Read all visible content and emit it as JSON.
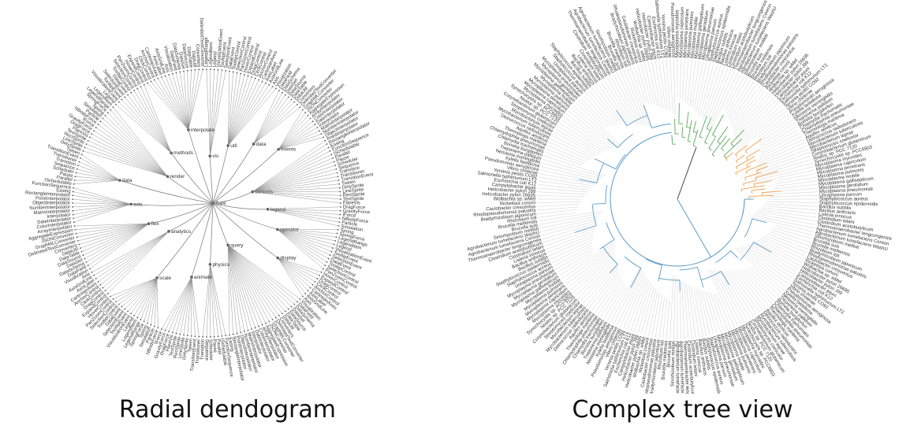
{
  "left": {
    "caption": "Radial dendogram",
    "root_label": "flare",
    "branch_labels": [
      "vis",
      "util",
      "data",
      "events",
      "controls",
      "legend",
      "operator",
      "display",
      "query",
      "physics",
      "animate",
      "scale",
      "analytics",
      "flex",
      "axis",
      "data",
      "render",
      "methods",
      "interpolate"
    ],
    "sample_leaves": [
      "LegendRange",
      "LegendItem",
      "Legend",
      "VisualizationEvent",
      "TooltipEvent",
      "SelectionEvent",
      "DataEvent",
      "TooltipControl",
      "SelectionControl",
      "PanZoomControl",
      "HoverControl",
      "ExpandControl",
      "DragControl",
      "ClickControl",
      "AnchorControl",
      "CartesianAxes",
      "AxisLabel",
      "AxisGridLine",
      "Axis",
      "Visualization",
      "DataField",
      "DataSchema",
      "DataSet",
      "DataSource",
      "DataTable",
      "DataUtil",
      "Converters",
      "DelimitedTextConverter",
      "GraphMLConverter",
      "JSONConverter",
      "AggregateExpression",
      "ArrayInterpolator",
      "ColorInterpolator",
      "DateInterpolator",
      "Interpolator",
      "MatrixInterpolator",
      "NumberInterpolator",
      "ObjectInterpolator",
      "PointInterpolator",
      "RectangleInterpolator",
      "Easing",
      "FunctionSequence",
      "ISchedulable",
      "Parallel",
      "Pause",
      "Scheduler",
      "Sequence",
      "Transition",
      "Transitioner",
      "TransitionEvent",
      "Tween",
      "DirtySprite",
      "LineSprite",
      "RectSprite",
      "TextSprite",
      "FlareVis",
      "DragForce",
      "GravityForce",
      "IForce",
      "NBodyForce",
      "Particle",
      "Simulation",
      "Spring",
      "SpringForce"
    ]
  },
  "right": {
    "caption": "Complex tree view",
    "colors": {
      "blue": "#5a9bc7",
      "green": "#5aa85a",
      "orange": "#f0a04a",
      "trunk": "#444444",
      "leaf": "#cfcfcf"
    },
    "sample_leaves": [
      "Mycoplasma mycoides",
      "Mycoplasma capricolum",
      "Mycoplasma penetrans",
      "Mycoplasma pulmonis",
      "Mycoplasma mobile",
      "Mycoplasma gallisepticum",
      "Mycoplasma genitalium",
      "Mycoplasma pneumoniae",
      "Ureaplasma parvum",
      "Staphylococcus aureus",
      "Staphylococcus epidermidis",
      "Bacillus subtilis",
      "Bacillus anthracis",
      "Listeria innocua",
      "Clostridium tetani",
      "Clostridium acetobutylicum",
      "Thermoanaerobacter tengcongensis",
      "Agrobacterium tumefaciens Cereon",
      "Agrobacterium tumefaciens WashU",
      "Sinorhizobium meliloti",
      "Brucella suis",
      "Brucella melitensis",
      "Rhizobium loti",
      "Bradyrhizobium japonicum",
      "Rhodopseudomonas palustris",
      "Caulobacter crescentus",
      "Rickettsia conorii",
      "Wolbachia sp. wMel",
      "Helicobacter pylori 26695",
      "Helicobacter pylori J99",
      "Campylobacter jejuni",
      "Escherichia coli K12",
      "Salmonella typhimurium LT2",
      "Yersinia pestis CO92",
      "Vibrio cholerae",
      "Pseudomonas aeruginosa",
      "Xylella fastidiosa",
      "Neisseria meningitidis",
      "Treponema pallidum",
      "Borrelia burgdorferi",
      "Chlamydia trachomatis",
      "Chlamydophila pneumoniae",
      "Thermotoga maritima",
      "Aquifex aeolicus",
      "Deinococcus radiodurans",
      "Mycobacterium tuberculosis",
      "Mycobacterium leprae",
      "Streptomyces coelicolor",
      "Corynebacterium glutamicum",
      "Nostoc sp. PCC 7120",
      "Synechocystis sp. PCC6803"
    ]
  }
}
